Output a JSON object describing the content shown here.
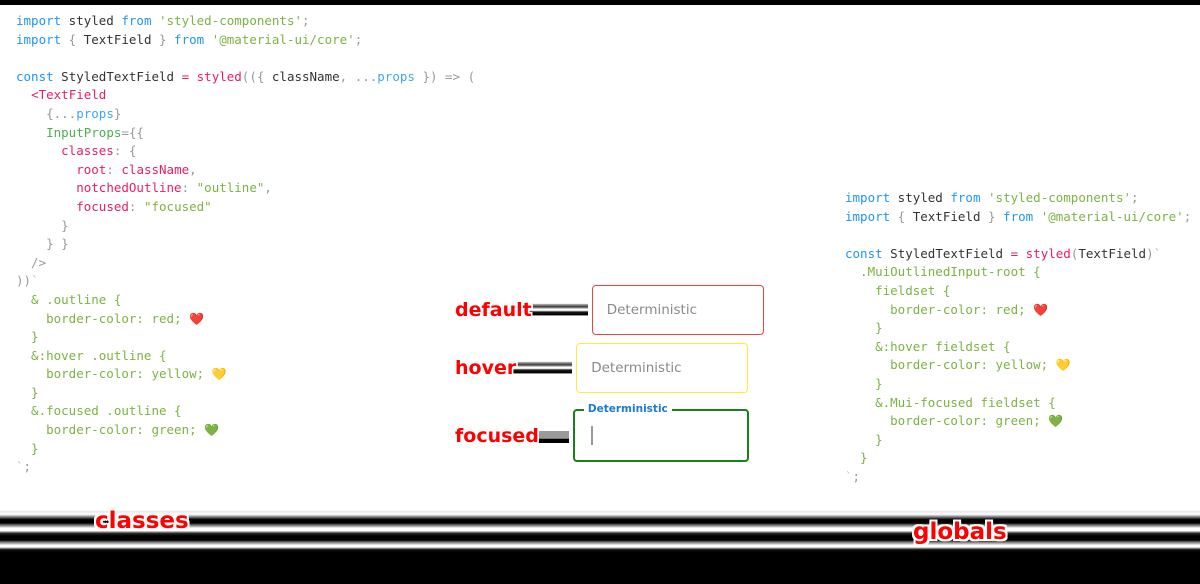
{
  "left_code": {
    "title": "classes-approach-code",
    "lines": [
      [
        {
          "t": "kw",
          "s": "import"
        },
        {
          "t": "plain",
          "s": " styled "
        },
        {
          "t": "kw",
          "s": "from"
        },
        {
          "t": "plain",
          "s": " "
        },
        {
          "t": "str",
          "s": "'styled-components'"
        },
        {
          "t": "punct",
          "s": ";"
        }
      ],
      [
        {
          "t": "kw",
          "s": "import"
        },
        {
          "t": "punct",
          "s": " { "
        },
        {
          "t": "plain",
          "s": "TextField"
        },
        {
          "t": "punct",
          "s": " } "
        },
        {
          "t": "kw",
          "s": "from"
        },
        {
          "t": "plain",
          "s": " "
        },
        {
          "t": "str",
          "s": "'@material-ui/core'"
        },
        {
          "t": "punct",
          "s": ";"
        }
      ],
      [],
      [
        {
          "t": "kw",
          "s": "const"
        },
        {
          "t": "plain",
          "s": " StyledTextField "
        },
        {
          "t": "fn",
          "s": "="
        },
        {
          "t": "plain",
          "s": " "
        },
        {
          "t": "fn",
          "s": "styled"
        },
        {
          "t": "punct",
          "s": "(({ "
        },
        {
          "t": "plain",
          "s": "className"
        },
        {
          "t": "punct",
          "s": ", "
        },
        {
          "t": "punct",
          "s": "..."
        },
        {
          "t": "blue",
          "s": "props"
        },
        {
          "t": "punct",
          "s": " }) => ("
        }
      ],
      [
        {
          "t": "plain",
          "s": "  "
        },
        {
          "t": "fn",
          "s": "<TextField"
        }
      ],
      [
        {
          "t": "punct",
          "s": "    {..."
        },
        {
          "t": "blue",
          "s": "props"
        },
        {
          "t": "punct",
          "s": "}"
        }
      ],
      [
        {
          "t": "plain",
          "s": "    "
        },
        {
          "t": "attr",
          "s": "InputProps"
        },
        {
          "t": "punct",
          "s": "={{"
        }
      ],
      [
        {
          "t": "plain",
          "s": "      "
        },
        {
          "t": "prop",
          "s": "classes"
        },
        {
          "t": "punct",
          "s": ": {"
        }
      ],
      [
        {
          "t": "plain",
          "s": "        "
        },
        {
          "t": "prop",
          "s": "root"
        },
        {
          "t": "punct",
          "s": ": "
        },
        {
          "t": "prop",
          "s": "className"
        },
        {
          "t": "punct",
          "s": ","
        }
      ],
      [
        {
          "t": "plain",
          "s": "        "
        },
        {
          "t": "prop",
          "s": "notchedOutline"
        },
        {
          "t": "punct",
          "s": ": "
        },
        {
          "t": "str",
          "s": "\"outline\""
        },
        {
          "t": "punct",
          "s": ","
        }
      ],
      [
        {
          "t": "plain",
          "s": "        "
        },
        {
          "t": "prop",
          "s": "focused"
        },
        {
          "t": "punct",
          "s": ": "
        },
        {
          "t": "str",
          "s": "\"focused\""
        }
      ],
      [
        {
          "t": "punct",
          "s": "      }"
        }
      ],
      [
        {
          "t": "punct",
          "s": "    } }"
        }
      ],
      [
        {
          "t": "punct",
          "s": "  />"
        }
      ],
      [
        {
          "t": "punct",
          "s": "))"
        },
        {
          "t": "tick",
          "s": "`"
        }
      ],
      [
        {
          "t": "sel",
          "s": "  & .outline {"
        }
      ],
      [
        {
          "t": "sel",
          "s": "    border-color: red; "
        },
        {
          "t": "emoji",
          "s": "❤️"
        }
      ],
      [
        {
          "t": "sel",
          "s": "  }"
        }
      ],
      [
        {
          "t": "sel",
          "s": "  &:hover .outline {"
        }
      ],
      [
        {
          "t": "sel",
          "s": "    border-color: yellow; "
        },
        {
          "t": "emoji",
          "s": "💛"
        }
      ],
      [
        {
          "t": "sel",
          "s": "  }"
        }
      ],
      [
        {
          "t": "sel",
          "s": "  &.focused .outline {"
        }
      ],
      [
        {
          "t": "sel",
          "s": "    border-color: green; "
        },
        {
          "t": "emoji",
          "s": "💚"
        }
      ],
      [
        {
          "t": "sel",
          "s": "  }"
        }
      ],
      [
        {
          "t": "tick",
          "s": "`"
        },
        {
          "t": "punct",
          "s": ";"
        }
      ]
    ]
  },
  "right_code": {
    "title": "globals-approach-code",
    "lines": [
      [
        {
          "t": "kw",
          "s": "import"
        },
        {
          "t": "plain",
          "s": " styled "
        },
        {
          "t": "kw",
          "s": "from"
        },
        {
          "t": "plain",
          "s": " "
        },
        {
          "t": "str",
          "s": "'styled-components'"
        },
        {
          "t": "punct",
          "s": ";"
        }
      ],
      [
        {
          "t": "kw",
          "s": "import"
        },
        {
          "t": "punct",
          "s": " { "
        },
        {
          "t": "plain",
          "s": "TextField"
        },
        {
          "t": "punct",
          "s": " } "
        },
        {
          "t": "kw",
          "s": "from"
        },
        {
          "t": "plain",
          "s": " "
        },
        {
          "t": "str",
          "s": "'@material-ui/core'"
        },
        {
          "t": "punct",
          "s": ";"
        }
      ],
      [],
      [
        {
          "t": "kw",
          "s": "const"
        },
        {
          "t": "plain",
          "s": " StyledTextField "
        },
        {
          "t": "fn",
          "s": "="
        },
        {
          "t": "plain",
          "s": " "
        },
        {
          "t": "fn",
          "s": "styled"
        },
        {
          "t": "punct",
          "s": "("
        },
        {
          "t": "plain",
          "s": "TextField"
        },
        {
          "t": "punct",
          "s": ")"
        },
        {
          "t": "tick",
          "s": "`"
        }
      ],
      [
        {
          "t": "sel",
          "s": "  .MuiOutlinedInput-root {"
        }
      ],
      [
        {
          "t": "sel",
          "s": "    fieldset {"
        }
      ],
      [
        {
          "t": "sel",
          "s": "      border-color: red; "
        },
        {
          "t": "emoji",
          "s": "❤️"
        }
      ],
      [
        {
          "t": "sel",
          "s": "    }"
        }
      ],
      [
        {
          "t": "sel",
          "s": "    &:hover fieldset {"
        }
      ],
      [
        {
          "t": "sel",
          "s": "      border-color: yellow; "
        },
        {
          "t": "emoji",
          "s": "💛"
        }
      ],
      [
        {
          "t": "sel",
          "s": "    }"
        }
      ],
      [
        {
          "t": "sel",
          "s": "    &.Mui-focused fieldset {"
        }
      ],
      [
        {
          "t": "sel",
          "s": "      border-color: green; "
        },
        {
          "t": "emoji",
          "s": "💚"
        }
      ],
      [
        {
          "t": "sel",
          "s": "    }"
        }
      ],
      [
        {
          "t": "sel",
          "s": "  }"
        }
      ],
      [
        {
          "t": "tick",
          "s": "`"
        },
        {
          "t": "punct",
          "s": ";"
        }
      ]
    ]
  },
  "demo": {
    "states": [
      {
        "label": "default",
        "value": "Deterministic",
        "border_color": "#f44336",
        "floating_label": ""
      },
      {
        "label": "hover",
        "value": "Deterministic",
        "border_color": "#ffeb3b",
        "floating_label": ""
      },
      {
        "label": "focused",
        "value": "",
        "border_color": "#1b7f1b",
        "floating_label": "Deterministic"
      }
    ]
  },
  "bands": {
    "left_label": "classes",
    "right_label": "globals"
  },
  "colors": {
    "red": "#f44336",
    "yellow": "#ffeb3b",
    "green": "#1b7f1b",
    "annotation": "#ff0000",
    "floating_label": "#1d7ad6",
    "placeholder": "#8a8a8a"
  }
}
